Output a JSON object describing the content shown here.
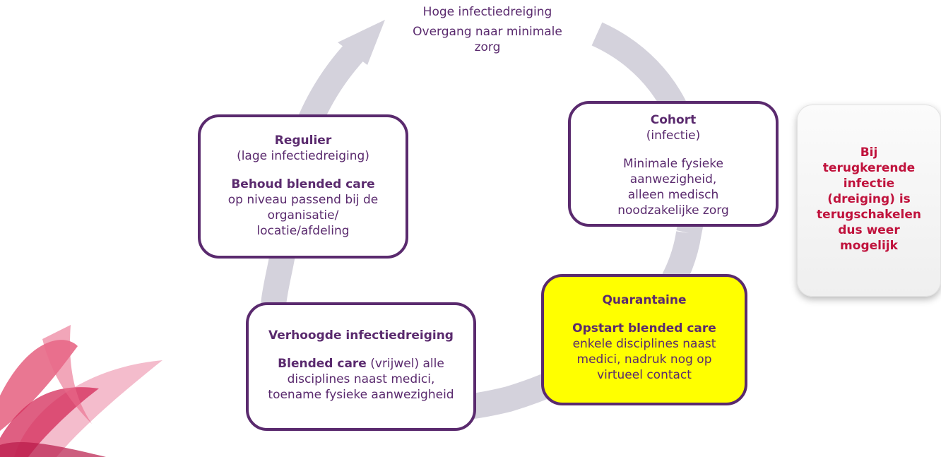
{
  "top_label": {
    "line1": "Hoge infectiedreiging",
    "line2": "Overgang naar minimale\nzorg"
  },
  "stages": {
    "regulier": {
      "title": "Regulier",
      "subtitle": "(lage infectiedreiging)",
      "body_bold": "Behoud blended care",
      "body": "op niveau passend bij de\norganisatie/\nlocatie/afdeling"
    },
    "cohort": {
      "title": "Cohort",
      "subtitle": "(infectie)",
      "body": "Minimale fysieke\naanwezigheid,\nalleen medisch\nnoodzakelijke zorg"
    },
    "quarantaine": {
      "title": "Quarantaine",
      "body_bold": "Opstart blended care",
      "body": "enkele disciplines naast\nmedici, nadruk nog op\nvirtueel contact"
    },
    "verhoogd": {
      "title": "Verhoogde infectiedreiging",
      "body_bold": "Blended care",
      "body_tail": " (vrijwel) alle",
      "body": "disciplines naast medici,\ntoename fysieke aanwezigheid"
    }
  },
  "side_note": {
    "text": "Bij\nterugkerende\ninfectie\n(dreiging) is\nterugschakelen\ndus weer\nmogelijk"
  },
  "colors": {
    "purple": "#5a2a6e",
    "highlight_yellow": "#ffff00",
    "note_red": "#c0123c",
    "arrow_gray": "#d4d2dc"
  }
}
